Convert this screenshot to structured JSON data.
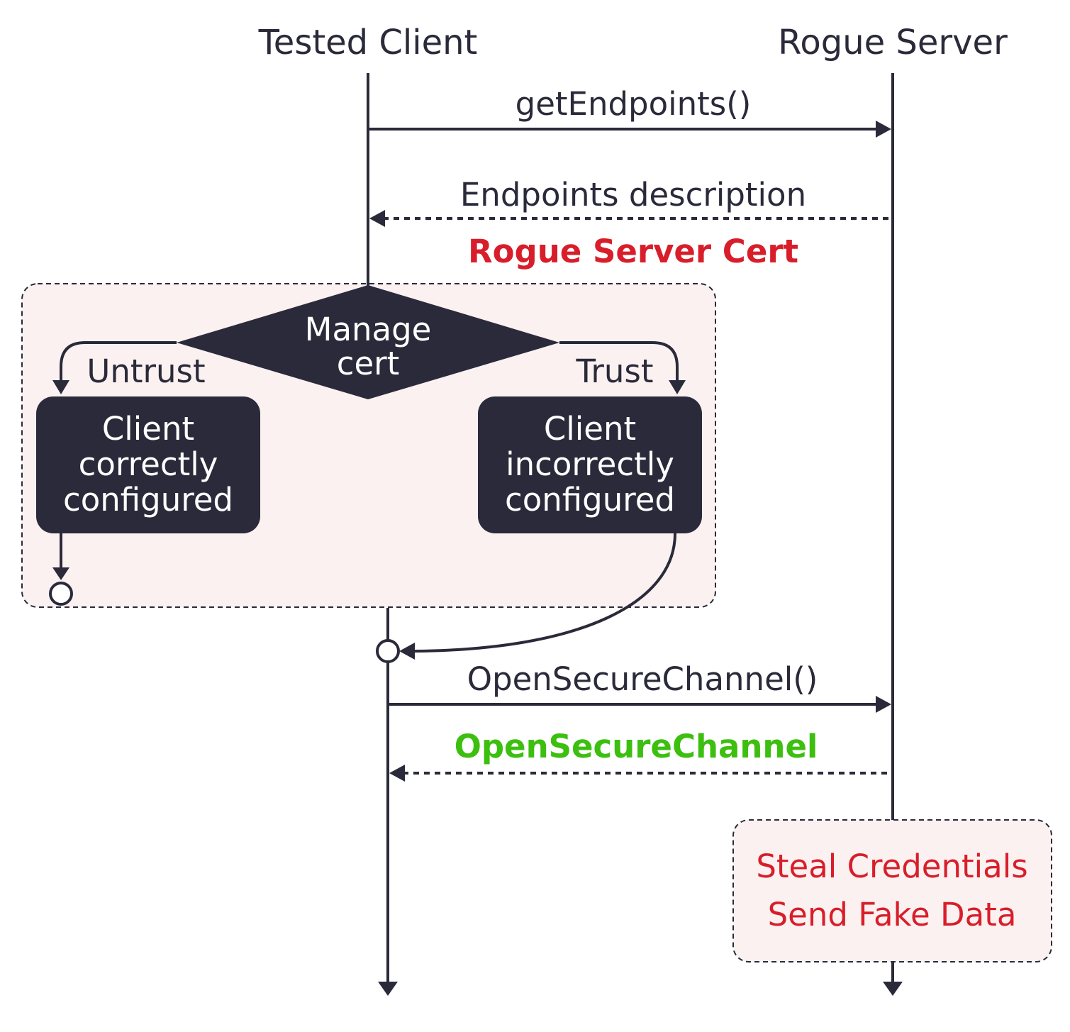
{
  "participants": {
    "client": "Tested Client",
    "server": "Rogue Server"
  },
  "messages": {
    "get_endpoints": "getEndpoints()",
    "endpoints_description": "Endpoints description",
    "rogue_server_cert": "Rogue Server Cert",
    "open_secure_channel_request": "OpenSecureChannel()",
    "open_secure_channel_response": "OpenSecureChannel"
  },
  "decision": {
    "label_line1": "Manage",
    "label_line2": "cert",
    "branch_left": "Untrust",
    "branch_right": "Trust"
  },
  "outcomes": {
    "correct": [
      "Client",
      "correctly",
      "configured"
    ],
    "incorrect": [
      "Client",
      "incorrectly",
      "configured"
    ]
  },
  "attack": {
    "line1": "Steal Credentials",
    "line2": "Send Fake Data"
  },
  "colors": {
    "ink": "#2a2a3a",
    "alert_red": "#d81e2a",
    "success_green": "#3cbf0f",
    "panel_fill": "#fcf1f1",
    "box_text": "#ffffff"
  }
}
